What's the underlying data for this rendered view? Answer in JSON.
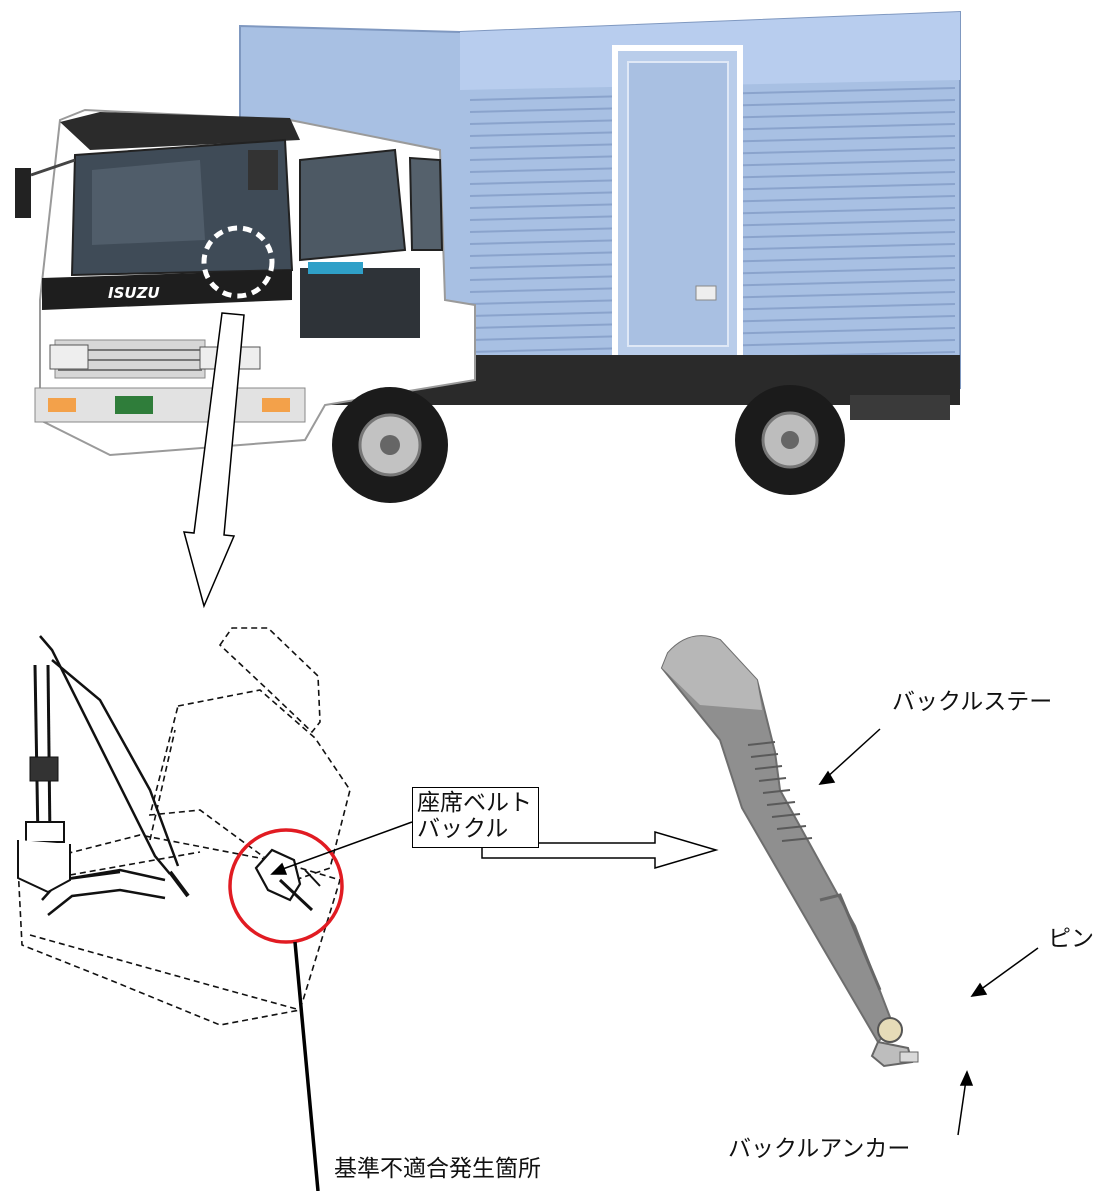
{
  "labels": {
    "buckle_stay": "バックルステー",
    "pin": "ピン",
    "buckle_anchor": "バックルアンカー",
    "seat_belt_buckle_line1": "座席ベルト",
    "seat_belt_buckle_line2": "バックル",
    "nonconformity_location": "基準不適合発生箇所"
  },
  "truck": {
    "brand": "ISUZU",
    "body_color": "#a9c1e4",
    "cab_color": "#ffffff"
  },
  "colors": {
    "highlight_circle": "#e11b22",
    "outline": "#000000",
    "buckle_part": "#7d7d7d"
  },
  "icons": [
    "truck-image",
    "seat-diagram",
    "buckle-part-image",
    "hollow-arrow-down",
    "hollow-arrow-right",
    "red-circle-marker",
    "dashed-circle-marker"
  ]
}
